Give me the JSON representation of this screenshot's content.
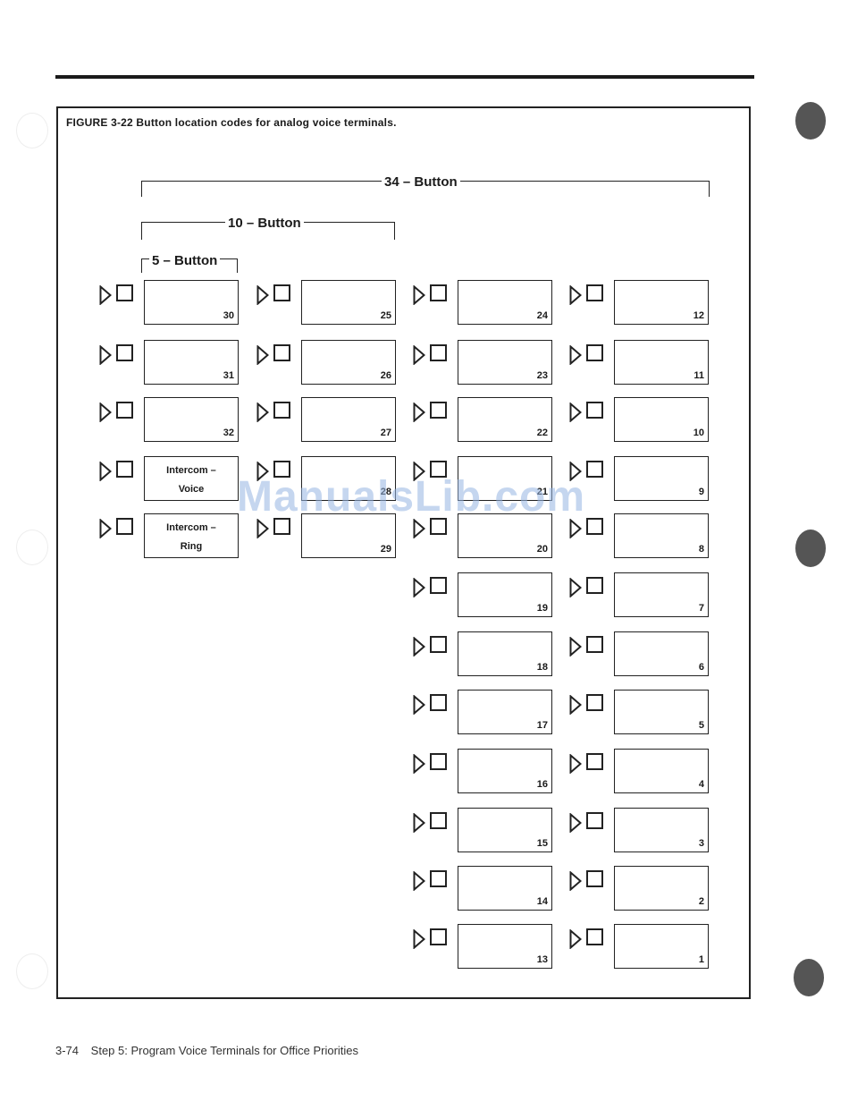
{
  "figure": {
    "caption": "FIGURE 3-22  Button location codes for analog voice terminals.",
    "brackets": {
      "b34": "34 – Button",
      "b10": "10 – Button",
      "b5": "5 – Button"
    },
    "columns": [
      {
        "rows": [
          {
            "code": "30"
          },
          {
            "code": "31"
          },
          {
            "code": "32"
          },
          {
            "text1": "Intercom –",
            "text2": "Voice"
          },
          {
            "text1": "Intercom –",
            "text2": "Ring"
          }
        ]
      },
      {
        "rows": [
          {
            "code": "25"
          },
          {
            "code": "26"
          },
          {
            "code": "27"
          },
          {
            "code": "28"
          },
          {
            "code": "29"
          }
        ]
      },
      {
        "rows": [
          {
            "code": "24"
          },
          {
            "code": "23"
          },
          {
            "code": "22"
          },
          {
            "code": "21"
          },
          {
            "code": "20"
          },
          {
            "code": "19"
          },
          {
            "code": "18"
          },
          {
            "code": "17"
          },
          {
            "code": "16"
          },
          {
            "code": "15"
          },
          {
            "code": "14"
          },
          {
            "code": "13"
          }
        ]
      },
      {
        "rows": [
          {
            "code": "12"
          },
          {
            "code": "11"
          },
          {
            "code": "10"
          },
          {
            "code": "9"
          },
          {
            "code": "8"
          },
          {
            "code": "7"
          },
          {
            "code": "6"
          },
          {
            "code": "5"
          },
          {
            "code": "4"
          },
          {
            "code": "3"
          },
          {
            "code": "2"
          },
          {
            "code": "1"
          }
        ]
      }
    ]
  },
  "watermark": "ManualsLib.com",
  "footer": {
    "page": "3-74",
    "text": "Step 5: Program Voice Terminals for Office Priorities"
  },
  "colors": {
    "ink": "#1a1a1a",
    "watermark": "#96b4e1",
    "hole": "#555555"
  }
}
